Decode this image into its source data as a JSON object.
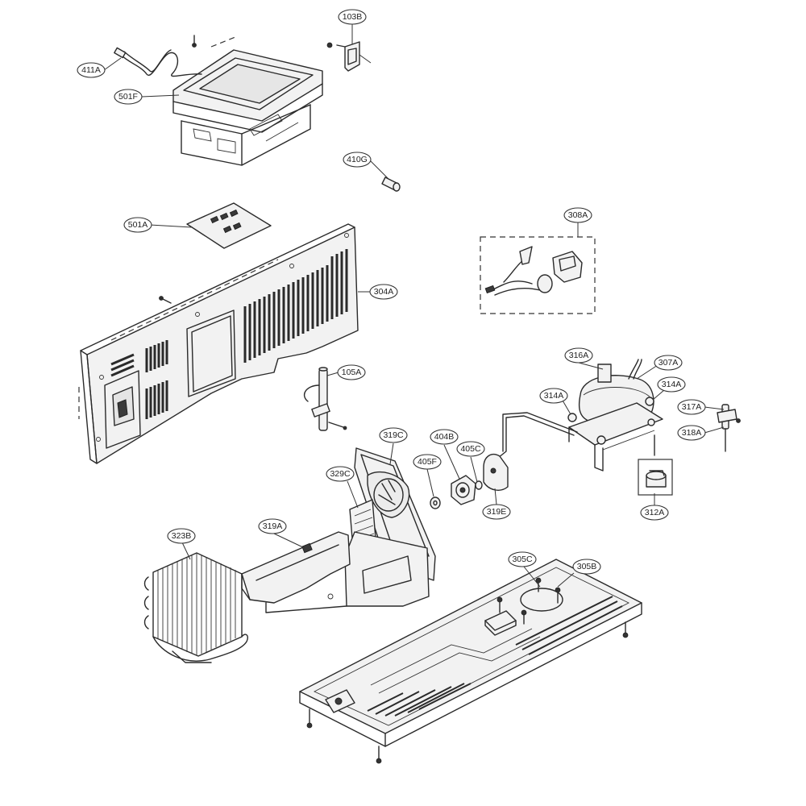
{
  "callouts": [
    {
      "id": "411A",
      "label": "411A"
    },
    {
      "id": "501F",
      "label": "501F"
    },
    {
      "id": "103B",
      "label": "103B"
    },
    {
      "id": "410G",
      "label": "410G"
    },
    {
      "id": "501A",
      "label": "501A"
    },
    {
      "id": "308A",
      "label": "308A"
    },
    {
      "id": "304A",
      "label": "304A"
    },
    {
      "id": "105A",
      "label": "105A"
    },
    {
      "id": "316A",
      "label": "316A"
    },
    {
      "id": "307A",
      "label": "307A"
    },
    {
      "id": "314A-right",
      "label": "314A"
    },
    {
      "id": "314A-left",
      "label": "314A"
    },
    {
      "id": "317A",
      "label": "317A"
    },
    {
      "id": "318A",
      "label": "318A"
    },
    {
      "id": "319C",
      "label": "319C"
    },
    {
      "id": "404B",
      "label": "404B"
    },
    {
      "id": "405C",
      "label": "405C"
    },
    {
      "id": "405F",
      "label": "405F"
    },
    {
      "id": "329C",
      "label": "329C"
    },
    {
      "id": "319E",
      "label": "319E"
    },
    {
      "id": "312A",
      "label": "312A"
    },
    {
      "id": "319A",
      "label": "319A"
    },
    {
      "id": "323B",
      "label": "323B"
    },
    {
      "id": "305C",
      "label": "305C"
    },
    {
      "id": "305B",
      "label": "305B"
    }
  ]
}
